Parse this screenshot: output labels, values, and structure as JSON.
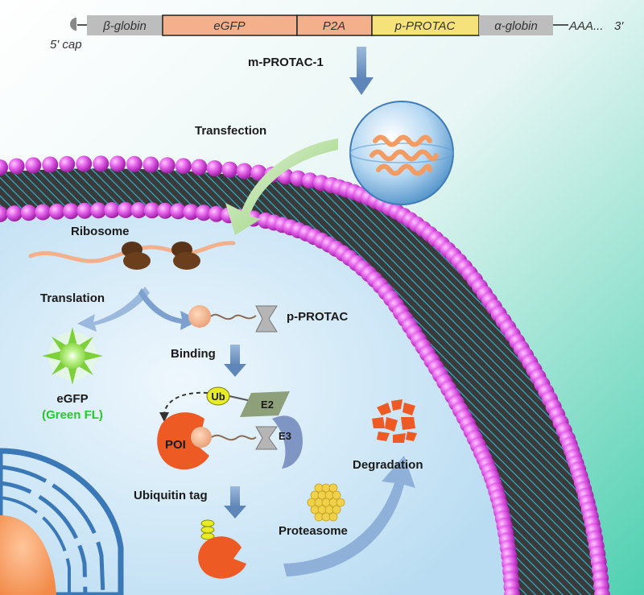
{
  "construct": {
    "cap_label": "5' cap",
    "segments": [
      "β-globin",
      "eGFP",
      "P2A",
      "p-PROTAC",
      "α-globin"
    ],
    "tail": "AAA...",
    "end": "3'",
    "name": "m-PROTAC-1"
  },
  "labels": {
    "transfection": "Transfection",
    "ribosome": "Ribosome",
    "translation": "Translation",
    "p_protac": "p-PROTAC",
    "binding": "Binding",
    "egfp": "eGFP",
    "green_fl": "(Green FL)",
    "ub": "Ub",
    "e2": "E2",
    "e3": "E3",
    "poi": "POI",
    "ubiquitin_tag": "Ubiquitin tag",
    "proteasome": "Proteasome",
    "degradation": "Degradation"
  },
  "colors": {
    "egfp_segment": "#f4b08b",
    "p2a_segment": "#f4b08b",
    "p_protac_segment": "#f5e27a",
    "globin_segment": "#b8b8b8",
    "membrane_bead": "#e060e8",
    "cell_interior": "#d6ecf8",
    "poi": "#ee5a24",
    "green_fl_text": "#22cc22"
  }
}
